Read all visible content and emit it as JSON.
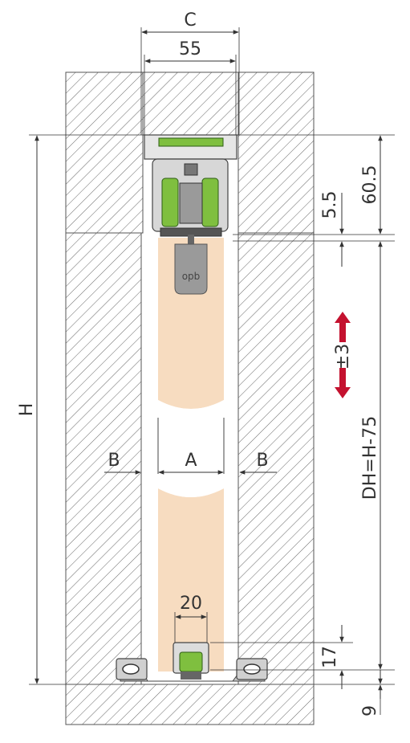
{
  "labels": {
    "c": "C",
    "w55": "55",
    "h605": "60.5",
    "g55": "5.5",
    "pm3": "±3",
    "dh": "DH=H-75",
    "h": "H",
    "b_left": "B",
    "b_right": "B",
    "a": "A",
    "w20": "20",
    "h17": "17",
    "h9": "9",
    "logo": "opb"
  },
  "colors": {
    "wall_stroke": "#555555",
    "door": "#f7dcc0",
    "green": "#7fbf3f",
    "metal": "#c8c8c8",
    "arrow_red": "#c4122f",
    "hanger": "#9a9a9a"
  }
}
